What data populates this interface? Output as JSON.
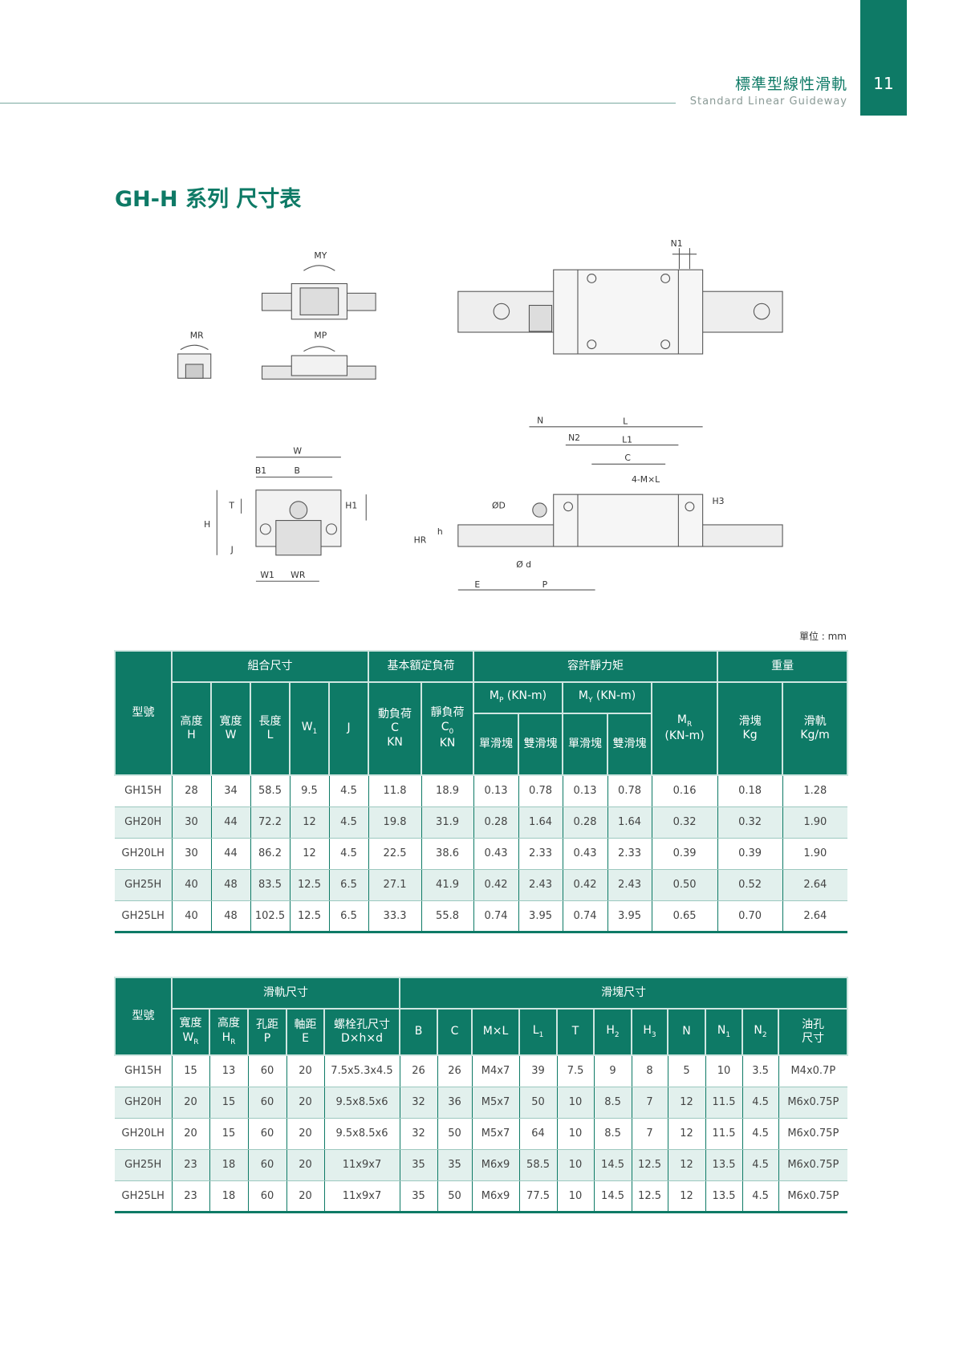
{
  "header": {
    "page_number": "11",
    "title_zh": "標準型線性滑軌",
    "title_en": "Standard Linear Guideway"
  },
  "page_title": "GH-H 系列 尺寸表",
  "diagram": {
    "labels": {
      "my": "MY",
      "mr": "MR",
      "mp": "MP",
      "n1": "N1",
      "n": "N",
      "l": "L",
      "n2": "N2",
      "l1": "L1",
      "c": "C",
      "mxl": "4-M×L",
      "od_big": "ØD",
      "h3": "H3",
      "h": "h",
      "hr": "HR",
      "od_small": "Ø d",
      "e": "E",
      "p": "P",
      "w": "W",
      "b1": "B1",
      "b": "B",
      "t": "T",
      "h1": "H1",
      "hh": "H",
      "j": "J",
      "w1": "W1",
      "wr": "WR"
    }
  },
  "unit": "單位 : mm",
  "table1": {
    "groups": [
      "型號",
      "組合尺寸",
      "基本額定負荷",
      "容許靜力矩",
      "重量"
    ],
    "sub": {
      "h": [
        "高度",
        "H"
      ],
      "w": [
        "寬度",
        "W"
      ],
      "l": [
        "長度",
        "L"
      ],
      "w1": "W",
      "j": "J",
      "c": [
        "動負荷",
        "C",
        "KN"
      ],
      "c0": [
        "靜負荷",
        "C",
        "KN"
      ],
      "mp": "M",
      "my": "M",
      "knm": "(KN-m)",
      "single": "單滑塊",
      "double": "雙滑塊",
      "mr": "M",
      "block": [
        "滑塊",
        "Kg"
      ],
      "rail": [
        "滑軌",
        "Kg/m"
      ]
    },
    "rows": [
      [
        "GH15H",
        "28",
        "34",
        "58.5",
        "9.5",
        "4.5",
        "11.8",
        "18.9",
        "0.13",
        "0.78",
        "0.13",
        "0.78",
        "0.16",
        "0.18",
        "1.28"
      ],
      [
        "GH20H",
        "30",
        "44",
        "72.2",
        "12",
        "4.5",
        "19.8",
        "31.9",
        "0.28",
        "1.64",
        "0.28",
        "1.64",
        "0.32",
        "0.32",
        "1.90"
      ],
      [
        "GH20LH",
        "30",
        "44",
        "86.2",
        "12",
        "4.5",
        "22.5",
        "38.6",
        "0.43",
        "2.33",
        "0.43",
        "2.33",
        "0.39",
        "0.39",
        "1.90"
      ],
      [
        "GH25H",
        "40",
        "48",
        "83.5",
        "12.5",
        "6.5",
        "27.1",
        "41.9",
        "0.42",
        "2.43",
        "0.42",
        "2.43",
        "0.50",
        "0.52",
        "2.64"
      ],
      [
        "GH25LH",
        "40",
        "48",
        "102.5",
        "12.5",
        "6.5",
        "33.3",
        "55.8",
        "0.74",
        "3.95",
        "0.74",
        "3.95",
        "0.65",
        "0.70",
        "2.64"
      ]
    ]
  },
  "table2": {
    "groups": [
      "型號",
      "滑軌尺寸",
      "滑塊尺寸"
    ],
    "sub": {
      "wr": "寬度",
      "hr": "高度",
      "p": [
        "孔距",
        "P"
      ],
      "e": [
        "軸距",
        "E"
      ],
      "bolt": [
        "螺栓孔尺寸",
        "D×h×d"
      ],
      "b": "B",
      "c": "C",
      "mxl": "M×L",
      "l1": "L",
      "t": "T",
      "h2": "H",
      "h3": "H",
      "n": "N",
      "n1": "N",
      "n2": "N",
      "oil": [
        "油孔",
        "尺寸"
      ]
    },
    "rows": [
      [
        "GH15H",
        "15",
        "13",
        "60",
        "20",
        "7.5x5.3x4.5",
        "26",
        "26",
        "M4x7",
        "39",
        "7.5",
        "9",
        "8",
        "5",
        "10",
        "3.5",
        "M4x0.7P"
      ],
      [
        "GH20H",
        "20",
        "15",
        "60",
        "20",
        "9.5x8.5x6",
        "32",
        "36",
        "M5x7",
        "50",
        "10",
        "8.5",
        "7",
        "12",
        "11.5",
        "4.5",
        "M6x0.75P"
      ],
      [
        "GH20LH",
        "20",
        "15",
        "60",
        "20",
        "9.5x8.5x6",
        "32",
        "50",
        "M5x7",
        "64",
        "10",
        "8.5",
        "7",
        "12",
        "11.5",
        "4.5",
        "M6x0.75P"
      ],
      [
        "GH25H",
        "23",
        "18",
        "60",
        "20",
        "11x9x7",
        "35",
        "35",
        "M6x9",
        "58.5",
        "10",
        "14.5",
        "12.5",
        "12",
        "13.5",
        "4.5",
        "M6x0.75P"
      ],
      [
        "GH25LH",
        "23",
        "18",
        "60",
        "20",
        "11x9x7",
        "35",
        "50",
        "M6x9",
        "77.5",
        "10",
        "14.5",
        "12.5",
        "12",
        "13.5",
        "4.5",
        "M6x0.75P"
      ]
    ]
  }
}
